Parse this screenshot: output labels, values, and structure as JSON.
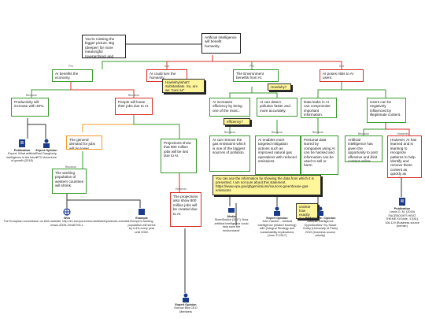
{
  "root": {
    "text": "Artificial Intelligence will benefit humanity."
  },
  "nodes": {
    "n_pro_reason": "You're missing the bigger picture. Big (deeper) for more meaningful (overarching) and Good to be.",
    "n_benefit_economy": "AI benefits the economy.",
    "n_ai_cure": "AI could lure the humanity.",
    "n_environment": "The Environment benefits from AI.",
    "n_poses_risk": "AI poses risks to AI users.",
    "n_productivity": "Productivity will increase with 40%.",
    "n_lose_jobs": "People will loose their jobs due to AI.",
    "n_demand": "The general demand for jobs will be lower.",
    "n_working_pop": "The working population of western countries will shrink.",
    "n_projection_800m": "Projections show that 800 million jobs will be lost due to AI.",
    "n_projection_note": "The projections also show 800 million jobs will be created due to AI.",
    "n_ai_increase_eff": "AI increases efficiency by being one of the most...",
    "n_remove_gas": "AI can remove the gas emissions which is one of the biggest sources of pollution.",
    "n_detect_pollution": "AI can detect pollution faster and more accurately.",
    "n_targeted_mitigation": "AI enables more targeted mitigation actions such as improved natural gas operations with reduced emissions.",
    "n_personal_data": "Data leaks in AI can compromise important information.",
    "n_manipulated": "Users can be negatively influenced by illegitimate content.",
    "n_personal_stored": "Personal data stored by companies using AI can be hacked and information can be used to sell or harm.",
    "n_ai_opportunity": "Artificial intelligence has given the opportunity to post offensive and illicit content online.",
    "n_however": "However, AI has learned and is learning to recognize patterns to help identify and remove these content as quickly as possible."
  },
  "notes": {
    "note_how_why": "How/why/what? Substantiate. So, are we \"sure as\"",
    "note_how_why2": "How/why?",
    "note_efficiency": "efficiency?",
    "note_source_link": "You can use the information by showing the data from which it is presented. I am not sure about this statement.",
    "note_source_url": "https://www.epa.gov/ghgemissions/sources-greenhouse-gas-emissions",
    "note_unclear": "unclear how exactly this and also is from..."
  },
  "tags": {
    "pro": "Pro",
    "con": "Con",
    "because": "Because",
    "however": "However"
  },
  "sources": {
    "s_publication1": {
      "type": "Publication",
      "title": "Expert: What artificial intelligence is the future of growth (2018)"
    },
    "s_expert1": {
      "type": "Expert Opinion",
      "title": "Paul Daugherty, CTO Accenture"
    },
    "s_web": {
      "type": "Web",
      "title": "The European commission on their website.\nhttp://ec.europa.eu/eurostat/web/products-eurostat-news/-/EDN-20180705-1"
    },
    "s_example": {
      "type": "Example",
      "title": "Europe's working population will shrink by 0.4% every year until 2060."
    },
    "s_expert2": {
      "type": "Expert Opinion",
      "title": "Horrow Bird CEO Members"
    },
    "s_media": {
      "type": "Media",
      "title": "SheetSwitch (2017) 'How artificial intelligence could help save the environment'"
    },
    "s_expert3": {
      "type": "Expert Opinion",
      "title": "John Hamlet - Justtold Intelligence (related learning) with (Integral Strategy and sustainability implications (June TL2017)"
    },
    "s_expert4": {
      "type": "Perspective / Opinion",
      "title": "Artificial Intelligence Opportunities? by Stuart Guthy (University of Paris) 2019 (business source priority)"
    },
    "s_publication2": {
      "type": "Publication",
      "title": "Lewis G. M. (2018) FACEBOOK'S HEAT THEME Kit Note, 17(81), 106-119 (Business source premier)"
    }
  }
}
